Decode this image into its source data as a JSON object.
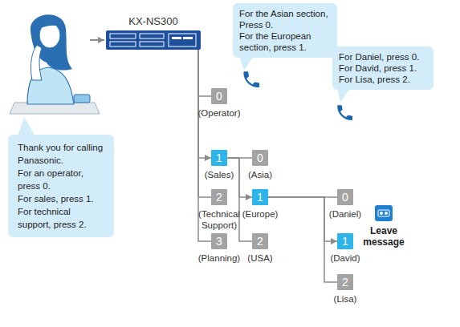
{
  "diagram": {
    "nodes": [
      {
        "text": [
          "KX-NS300"
        ]
      },
      {
        "text": [
          "For the Asian section, Press 0.",
          "For the European section, press 1."
        ]
      },
      {
        "text": [
          "For Daniel, press 0.",
          "For David, press 1.",
          "For Lisa, press 2."
        ]
      },
      {
        "text": [
          "Thank you for calling Panasonic.",
          "For an operator, press 0.",
          "For sales, press 1.",
          "For technical support, press 2."
        ]
      },
      {
        "text": [
          "0",
          "(Operator)"
        ]
      },
      {
        "text": [
          "1",
          "(Sales)"
        ]
      },
      {
        "text": [
          "2",
          "(Technical Support)"
        ]
      },
      {
        "text": [
          "3",
          "(Planning)"
        ]
      },
      {
        "text": [
          "0",
          "(Asia)"
        ]
      },
      {
        "text": [
          "1",
          "(Europe)"
        ]
      },
      {
        "text": [
          "2",
          "(USA)"
        ]
      },
      {
        "text": [
          "0",
          "(Daniel)"
        ]
      },
      {
        "text": [
          "1",
          "(David)"
        ]
      },
      {
        "text": [
          "2",
          "(Lisa)"
        ]
      }
    ],
    "edges": [
      {
        "from": 0,
        "to": 4,
        "arrow": "none"
      },
      {
        "from": 0,
        "to": 5,
        "arrow": "to"
      },
      {
        "from": 0,
        "to": 6,
        "arrow": "none"
      },
      {
        "from": 0,
        "to": 7,
        "arrow": "none"
      },
      {
        "from": 5,
        "to": 8,
        "arrow": "none"
      },
      {
        "from": 5,
        "to": 9,
        "arrow": "to"
      },
      {
        "from": 5,
        "to": 10,
        "arrow": "none"
      },
      {
        "from": 9,
        "to": 11,
        "arrow": "none"
      },
      {
        "from": 9,
        "to": 12,
        "arrow": "to"
      },
      {
        "from": 9,
        "to": 13,
        "arrow": "none"
      }
    ],
    "labels": [
      "Leave message"
    ]
  }
}
